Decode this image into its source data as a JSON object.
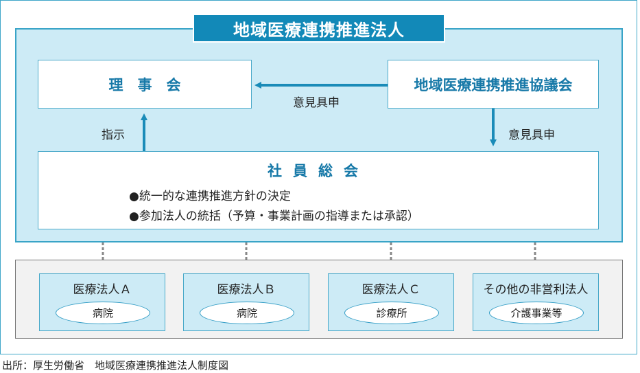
{
  "title": "地域医療連携推進法人",
  "board": {
    "label": "理　事　会"
  },
  "council": {
    "label": "地域医療連携推進協議会"
  },
  "arrows": {
    "council_to_board": "意見具申",
    "council_to_assembly": "意見具申",
    "assembly_to_board": "指示"
  },
  "assembly": {
    "title": "社員総会",
    "bullets": [
      "●統一的な連携推進方針の決定",
      "●参加法人の統括（予算・事業計画の指導または承認）"
    ]
  },
  "members": [
    {
      "name": "医療法人Ａ",
      "facility": "病院"
    },
    {
      "name": "医療法人Ｂ",
      "facility": "病院"
    },
    {
      "name": "医療法人Ｃ",
      "facility": "診療所"
    },
    {
      "name": "その他の非営利法人",
      "facility": "介護事業等"
    }
  ],
  "source": "出所：厚生労働省　地域医療連携推進法人制度図",
  "colors": {
    "title_bg": "#1289b8",
    "panel_bg": "#cdebf6",
    "accent_text": "#1779a8",
    "arrow": "#1a8bb8"
  }
}
